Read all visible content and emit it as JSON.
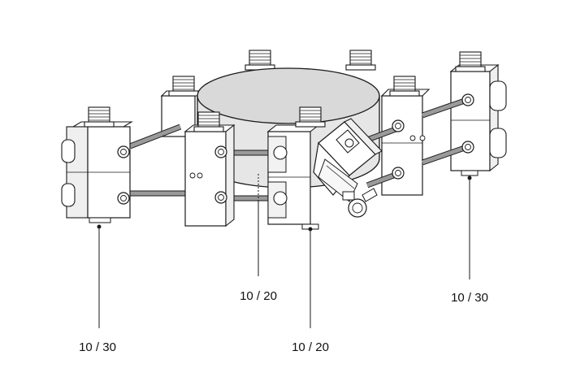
{
  "callouts": [
    {
      "text": "10 / 30"
    },
    {
      "text": "10 / 20"
    },
    {
      "text": "10 / 20"
    },
    {
      "text": "10 / 30"
    }
  ],
  "colors": {
    "stroke": "#1a1a1a",
    "block_fill": "#ffffff",
    "block_shade": "#f2f2f2",
    "rod": "#9a9a9a",
    "drum_fill": "#d9d9d9",
    "thread": "#cfcfcf"
  },
  "icons": [
    "threaded-stud-icon",
    "adjusting-knob-icon"
  ]
}
